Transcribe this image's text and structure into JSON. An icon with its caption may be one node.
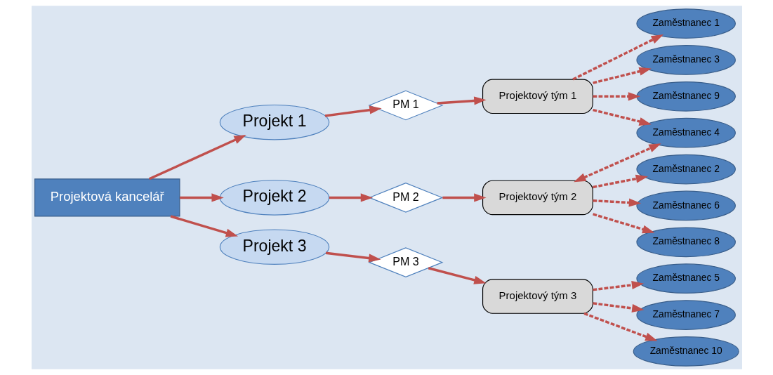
{
  "diagram": {
    "nodes": [
      {
        "text": [
          "Projektová kancelář"
        ]
      },
      {
        "text": [
          "Projekt 1"
        ]
      },
      {
        "text": [
          "Projekt 2"
        ]
      },
      {
        "text": [
          "Projekt 3"
        ]
      },
      {
        "text": [
          "PM 1"
        ]
      },
      {
        "text": [
          "PM 2"
        ]
      },
      {
        "text": [
          "PM 3"
        ]
      },
      {
        "text": [
          "Projektový tým 1"
        ]
      },
      {
        "text": [
          "Projektový tým 2"
        ]
      },
      {
        "text": [
          "Projektový tým 3"
        ]
      },
      {
        "text": [
          "Zaměstnanec 1"
        ]
      },
      {
        "text": [
          "Zaměstnanec 2"
        ]
      },
      {
        "text": [
          "Zaměstnanec 3"
        ]
      },
      {
        "text": [
          "Zaměstnanec 4"
        ]
      },
      {
        "text": [
          "Zaměstnanec 5"
        ]
      },
      {
        "text": [
          "Zaměstnanec 6"
        ]
      },
      {
        "text": [
          "Zaměstnanec 7"
        ]
      },
      {
        "text": [
          "Zaměstnanec 8"
        ]
      },
      {
        "text": [
          "Zaměstnanec 9"
        ]
      },
      {
        "text": [
          "Zaměstnanec 10"
        ]
      }
    ],
    "edges": [
      {
        "from": 0,
        "to": 1,
        "arrow": "to"
      },
      {
        "from": 0,
        "to": 2,
        "arrow": "to"
      },
      {
        "from": 0,
        "to": 3,
        "arrow": "to"
      },
      {
        "from": 1,
        "to": 4,
        "arrow": "to"
      },
      {
        "from": 2,
        "to": 5,
        "arrow": "to"
      },
      {
        "from": 3,
        "to": 6,
        "arrow": "to"
      },
      {
        "from": 4,
        "to": 7,
        "arrow": "to"
      },
      {
        "from": 5,
        "to": 8,
        "arrow": "to"
      },
      {
        "from": 6,
        "to": 9,
        "arrow": "to"
      },
      {
        "from": 7,
        "to": 10,
        "arrow": "to",
        "style": "dashed"
      },
      {
        "from": 7,
        "to": 12,
        "arrow": "to",
        "style": "dashed"
      },
      {
        "from": 7,
        "to": 13,
        "arrow": "to",
        "style": "dashed"
      },
      {
        "from": 7,
        "to": 18,
        "arrow": "to",
        "style": "dashed"
      },
      {
        "from": 8,
        "to": 11,
        "arrow": "to",
        "style": "dashed"
      },
      {
        "from": 8,
        "to": 13,
        "arrow": "both",
        "style": "dashed"
      },
      {
        "from": 8,
        "to": 15,
        "arrow": "to",
        "style": "dashed"
      },
      {
        "from": 8,
        "to": 17,
        "arrow": "to",
        "style": "dashed"
      },
      {
        "from": 9,
        "to": 14,
        "arrow": "to",
        "style": "dashed"
      },
      {
        "from": 9,
        "to": 16,
        "arrow": "to",
        "style": "dashed"
      },
      {
        "from": 9,
        "to": 19,
        "arrow": "to",
        "style": "dashed"
      }
    ]
  }
}
